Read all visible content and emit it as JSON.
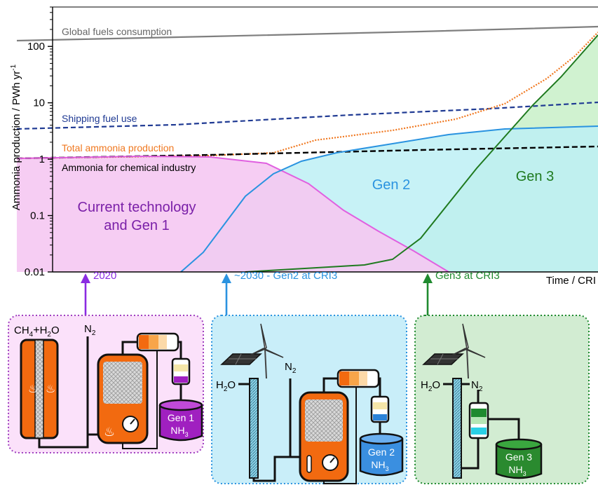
{
  "chart_data": {
    "type": "area",
    "ylabel": "Ammonia production / PWh yr",
    "ylabel_sup": "-1",
    "xlabel": "Time / CRI",
    "yscale": "log",
    "ylim": [
      0.01,
      500
    ],
    "yticks": [
      "0.01",
      "0.1",
      "1",
      "10",
      "100"
    ],
    "grid": false,
    "series": [
      {
        "name": "Global fuels consumption",
        "color": "#7f7f7f"
      },
      {
        "name": "Shipping fuel use",
        "color": "#1f3a93"
      },
      {
        "name": "Total ammonia production",
        "color": "#f07820"
      },
      {
        "name": "Ammonia for chemical industry",
        "color": "#000000"
      }
    ],
    "regions": [
      {
        "name": "Current technology",
        "name2": "and Gen 1",
        "color": "#8a2be2"
      },
      {
        "name": "Gen 2",
        "color": "#2a93e0"
      },
      {
        "name": "Gen 3",
        "color": "#1f7a1f"
      }
    ]
  },
  "milestones": [
    {
      "label": "2020",
      "color": "#8a2be2"
    },
    {
      "label": "~2030 - Gen2 at CRI3",
      "color": "#2a93e0"
    },
    {
      "label": "Gen3 at CRI3",
      "color": "#1f8a2f"
    }
  ],
  "panels": {
    "gen1": {
      "feed_ch4": "CH",
      "sub4": "4",
      "plus": "+",
      "feed_h2o": "H",
      "sub2": "2",
      "o": "O",
      "n2": "N",
      "tank_line1": "Gen 1",
      "tank_nh": "NH",
      "tank_sub3": "3"
    },
    "gen2": {
      "h2o": "H",
      "sub2": "2",
      "o": "O",
      "n2": "N",
      "tank_line1": "Gen 2",
      "tank_nh": "NH",
      "tank_sub3": "3"
    },
    "gen3": {
      "h2o": "H",
      "sub2": "2",
      "o": "O",
      "n2": "N",
      "tank_line1": "Gen 3",
      "tank_nh": "NH",
      "tank_sub3": "3"
    }
  },
  "colors": {
    "gen1_fill": "#f5c8f2",
    "gen2_fill": "#bdf0f5",
    "gen3_fill": "#c8f0c8",
    "panel1_bg": "#fbe1fa",
    "panel2_bg": "#c9eef9",
    "panel3_bg": "#d2ecd2"
  }
}
